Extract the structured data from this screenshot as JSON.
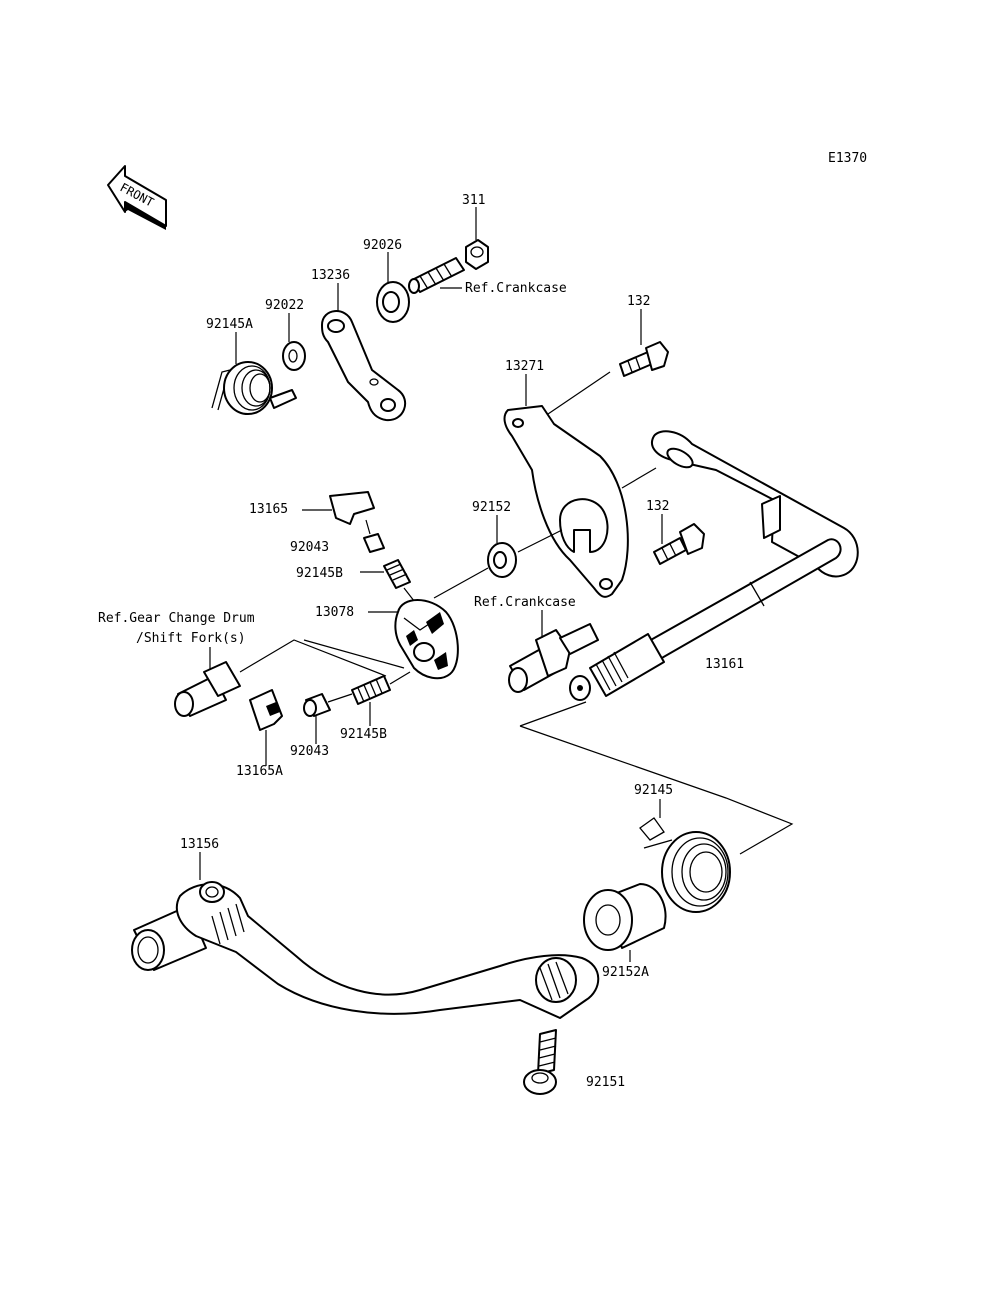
{
  "diagram_code": "E1370",
  "front_arrow": {
    "label": "FRONT",
    "icon": "front-arrow-icon"
  },
  "labels": {
    "p311": "311",
    "p92026": "92026",
    "ref_crankcase_top": "Ref.Crankcase",
    "p132_top": "132",
    "p13236": "13236",
    "p92022": "92022",
    "p92145A": "92145A",
    "p13271": "13271",
    "p13165": "13165",
    "p92043_top": "92043",
    "p92145B_top": "92145B",
    "p92152": "92152",
    "p132_mid": "132",
    "ref_crankcase_mid": "Ref.Crankcase",
    "p13078": "13078",
    "ref_gear_line1": "Ref.Gear Change Drum",
    "ref_gear_line2": "/Shift Fork(s)",
    "p13161": "13161",
    "p92145B_bottom": "92145B",
    "p92043_bottom": "92043",
    "p13165A": "13165A",
    "p92145": "92145",
    "p13156": "13156",
    "p92152A": "92152A",
    "p92151": "92151"
  }
}
